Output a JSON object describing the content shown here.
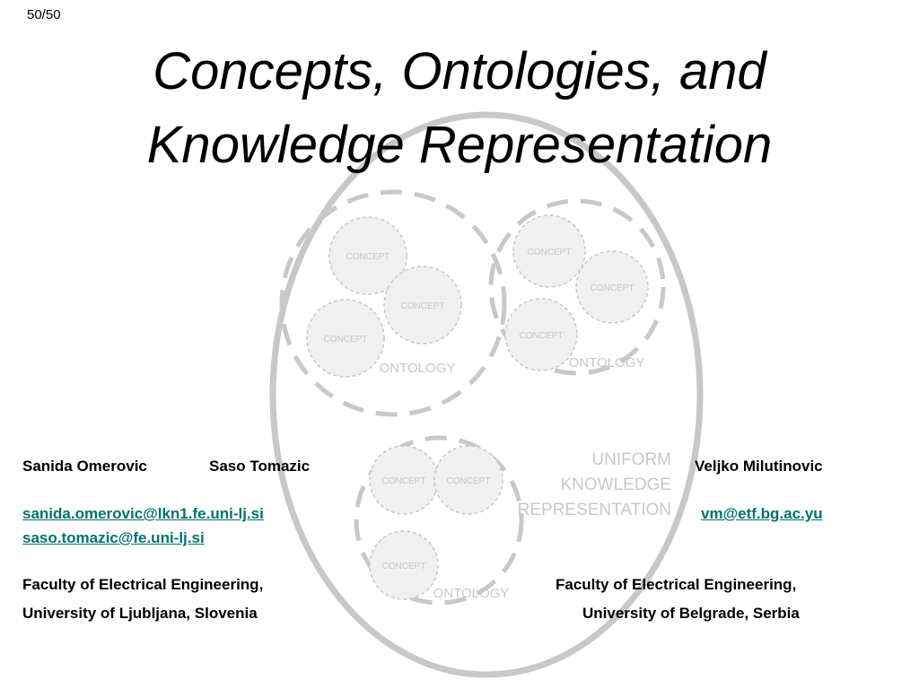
{
  "slide": {
    "page_number": "50/50",
    "title_line1": "Concepts, Ontologies, and",
    "title_line2": "Knowledge Representation"
  },
  "diagram": {
    "concept_label": "CONCEPT",
    "ontology_label": "ONTOLOGY",
    "representation_line1": "UNIFORM",
    "representation_line2": "KNOWLEDGE",
    "representation_line3": "REPRESENTATION"
  },
  "authors": {
    "left": {
      "name1": "Sanida Omerovic",
      "name2": "Saso Tomazic",
      "email1": "sanida.omerovic@lkn1.fe.uni-lj.si",
      "email2": "saso.tomazic@fe.uni-lj.si",
      "affiliation_line1": "Faculty of Electrical Engineering,",
      "affiliation_line2": "University of Ljubljana, Slovenia"
    },
    "right": {
      "name": "Veljko Milutinovic",
      "email": "vm@etf.bg.ac.yu",
      "affiliation_line1": "Faculty of Electrical Engineering,",
      "affiliation_line2": "University of Belgrade, Serbia"
    }
  },
  "colors": {
    "diagram_stroke": "#c8c8c8",
    "concept_fill": "#f0f0f0",
    "link": "#00736e"
  }
}
